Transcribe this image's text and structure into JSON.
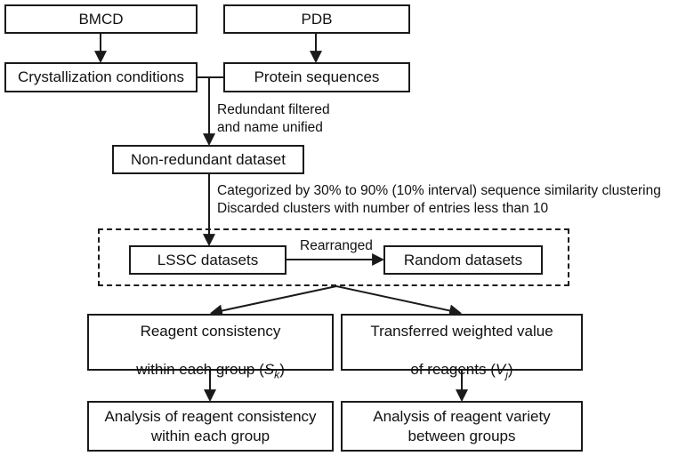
{
  "diagram": {
    "title": "Workflow of crystallization reagent consistency analysis",
    "background_color": "#ffffff",
    "line_color": "#1a1a1a",
    "nodes": {
      "bmcd": "BMCD",
      "pdb": "PDB",
      "crystallization_conditions": "Crystallization conditions",
      "protein_sequences": "Protein sequences",
      "non_redundant_dataset": "Non-redundant dataset",
      "lssc_datasets": "LSSC  datasets",
      "random_datasets": "Random datasets",
      "reagent_consistency_line1": "Reagent consistency",
      "reagent_consistency_line2_prefix": "within each group (",
      "reagent_consistency_var": "S",
      "reagent_consistency_sub": "k",
      "reagent_consistency_line2_suffix": ")",
      "transferred_weighted_line1": "Transferred weighted value",
      "transferred_weighted_line2_prefix": "of reagents (",
      "transferred_weighted_var": "V",
      "transferred_weighted_sub": "j",
      "transferred_weighted_line2_suffix": ")",
      "analysis_consistency": "Analysis of reagent consistency\nwithin each group",
      "analysis_variety": "Analysis of reagent variety\nbetween groups"
    },
    "annotations": {
      "redundant_filter": "Redundant filtered\nand name unified",
      "clustering": "Categorized by 30% to 90% (10% interval) sequence similarity clustering\nDiscarded clusters with number of entries less than 10",
      "rearranged": "Rearranged"
    }
  }
}
